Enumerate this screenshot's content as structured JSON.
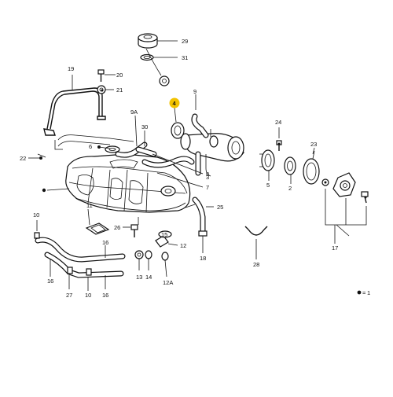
{
  "highlight_color": "#f2c200",
  "callouts": {
    "c29": "29",
    "c31": "31",
    "c19": "19",
    "c20": "20",
    "c21": "21",
    "c9": "9",
    "c4": "4",
    "c9A": "9A",
    "c30": "30",
    "c24": "24",
    "c23": "23",
    "c22": "22",
    "c6": "6",
    "c8": "8",
    "c7": "7",
    "c3": "3",
    "c5": "5",
    "c2": "2",
    "c25": "25",
    "c10a": "10",
    "c11": "11",
    "c26": "26",
    "c15": "15",
    "c12": "12",
    "c16a": "16",
    "c18": "18",
    "c28": "28",
    "c17": "17",
    "c14": "14",
    "c13": "13",
    "c12A": "12A",
    "c16b": "16",
    "c27": "27",
    "c10b": "10",
    "c16c": "16",
    "legend_num": "1"
  }
}
